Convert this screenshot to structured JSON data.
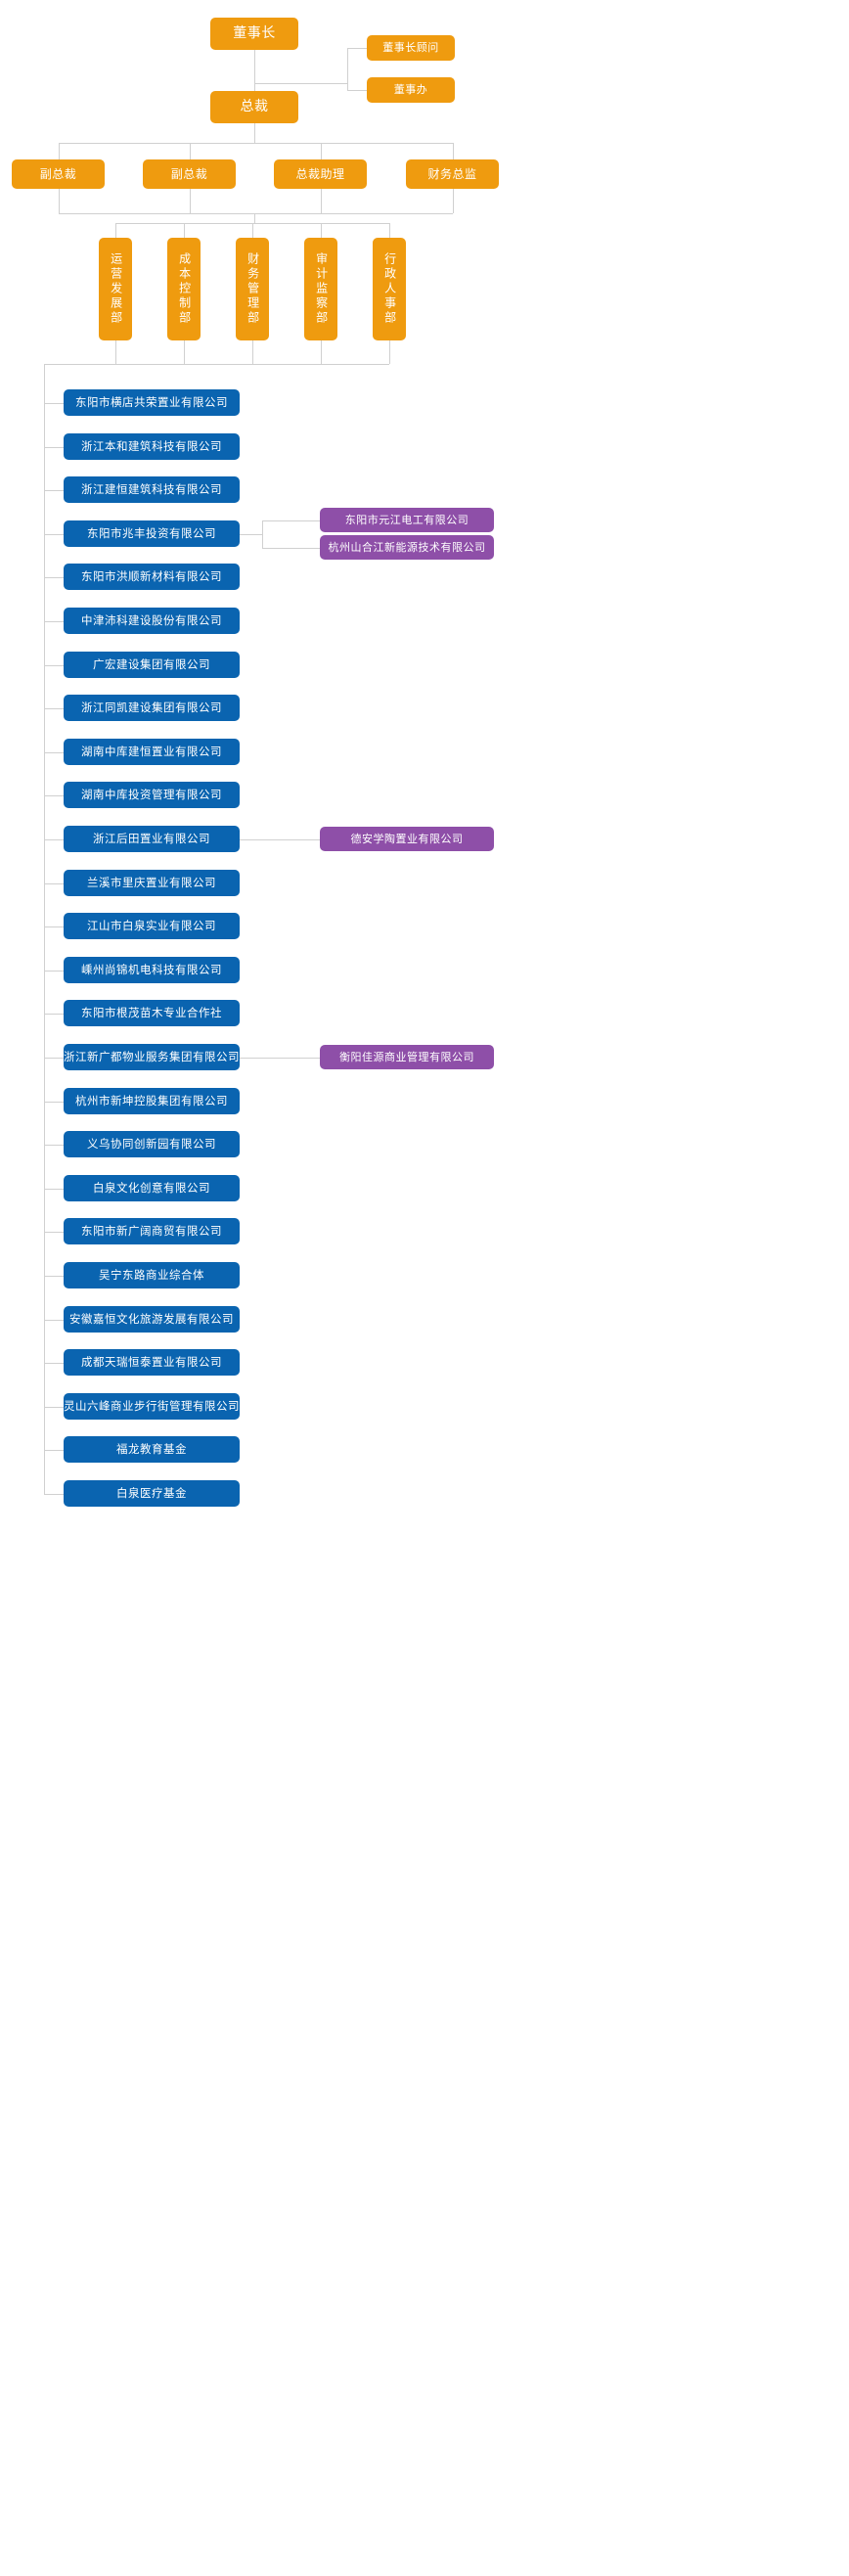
{
  "colors": {
    "executive": "#ef9b0f",
    "subsidiary": "#0a64b0",
    "affiliate": "#8e4fa8",
    "connector": "#d0d0d0",
    "background": "#ffffff"
  },
  "executive": {
    "chairman": "董事长",
    "chairman_advisor": "董事长顾问",
    "board_office": "董事办",
    "president": "总裁"
  },
  "officers": [
    {
      "label": "副总裁"
    },
    {
      "label": "副总裁"
    },
    {
      "label": "总裁助理"
    },
    {
      "label": "财务总监"
    }
  ],
  "departments": [
    {
      "label": "运营发展部"
    },
    {
      "label": "成本控制部"
    },
    {
      "label": "财务管理部"
    },
    {
      "label": "审计监察部"
    },
    {
      "label": "行政人事部"
    }
  ],
  "subsidiaries": [
    {
      "label": "东阳市横店共荣置业有限公司"
    },
    {
      "label": "浙江本和建筑科技有限公司"
    },
    {
      "label": "浙江建恒建筑科技有限公司"
    },
    {
      "label": "东阳市兆丰投资有限公司"
    },
    {
      "label": "东阳市洪顺新材料有限公司"
    },
    {
      "label": "中津沛科建设股份有限公司"
    },
    {
      "label": "广宏建设集团有限公司"
    },
    {
      "label": "浙江同凯建设集团有限公司"
    },
    {
      "label": "湖南中库建恒置业有限公司"
    },
    {
      "label": "湖南中库投资管理有限公司"
    },
    {
      "label": "浙江后田置业有限公司"
    },
    {
      "label": "兰溪市里庆置业有限公司"
    },
    {
      "label": "江山市白泉实业有限公司"
    },
    {
      "label": "嵊州尚锦机电科技有限公司"
    },
    {
      "label": "东阳市根茂苗木专业合作社"
    },
    {
      "label": "浙江新广都物业服务集团有限公司"
    },
    {
      "label": "杭州市新坤控股集团有限公司"
    },
    {
      "label": "义乌协同创新园有限公司"
    },
    {
      "label": "白泉文化创意有限公司"
    },
    {
      "label": "东阳市新广阔商贸有限公司"
    },
    {
      "label": "吴宁东路商业综合体"
    },
    {
      "label": "安徽嘉恒文化旅游发展有限公司"
    },
    {
      "label": "成都天瑞恒泰置业有限公司"
    },
    {
      "label": "灵山六峰商业步行街管理有限公司"
    },
    {
      "label": "福龙教育基金"
    },
    {
      "label": "白泉医疗基金"
    }
  ],
  "affiliates": [
    {
      "label": "东阳市元江电工有限公司",
      "parent_index": 3
    },
    {
      "label": "杭州山合江新能源技术有限公司",
      "parent_index": 3
    },
    {
      "label": "德安学陶置业有限公司",
      "parent_index": 10
    },
    {
      "label": "衡阳佳源商业管理有限公司",
      "parent_index": 15
    }
  ]
}
